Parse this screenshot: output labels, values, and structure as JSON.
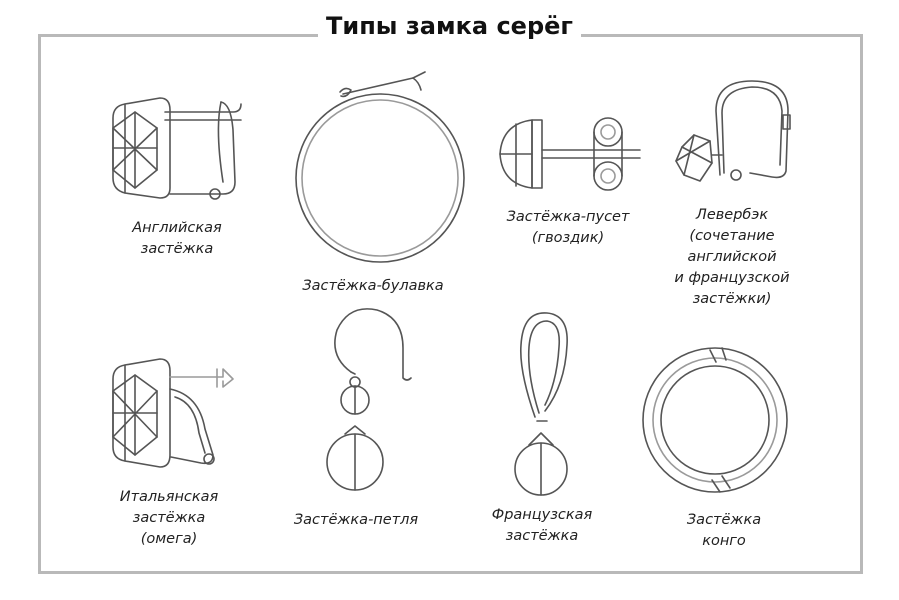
{
  "title": "Типы замка серёг",
  "captions": {
    "english": [
      "Английская",
      "застёжка"
    ],
    "pin": [
      "Застёжка-булавка"
    ],
    "stud": [
      "Застёжка-пусет",
      "(гвоздик)"
    ],
    "leverback": [
      "Левербэк",
      "(сочетание",
      "английской",
      "и французской",
      "застёжки)"
    ],
    "italian": [
      "Итальянская",
      "застёжка",
      "(омега)"
    ],
    "loop": [
      "Застёжка-петля"
    ],
    "french": [
      "Французская",
      "застёжка"
    ],
    "congo": [
      "Застёжка",
      "конго"
    ]
  }
}
